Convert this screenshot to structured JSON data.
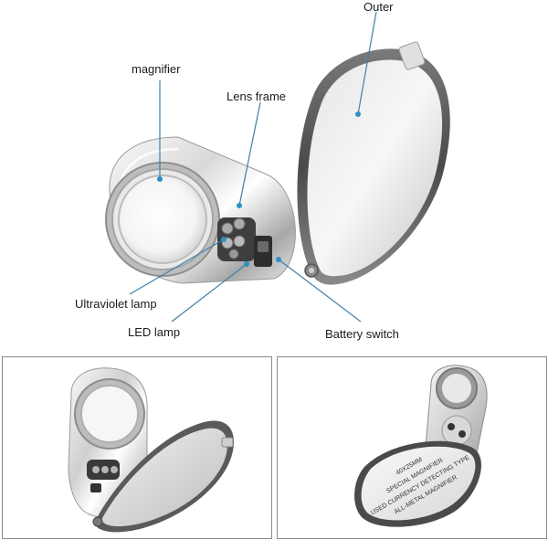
{
  "labels": {
    "outer": "Outer",
    "magnifier": "magnifier",
    "lens_frame": "Lens frame",
    "ultraviolet_lamp": "Ultraviolet lamp",
    "led_lamp": "LED lamp",
    "battery_switch": "Battery switch"
  },
  "engraving": {
    "line1": "40X25MM",
    "line2": "SPECIAL MAGNIFIER",
    "line3": "USED CURRENCY DETECTING TYPE",
    "line4": "ALL-METAL MAGNIFIER"
  },
  "colors": {
    "leader_line": "#3f7fa6",
    "leader_dot": "#2f8fc4",
    "metal_light": "#f2f2f2",
    "metal_dark": "#8c8c8c",
    "panel_border": "#8a8a8a"
  }
}
